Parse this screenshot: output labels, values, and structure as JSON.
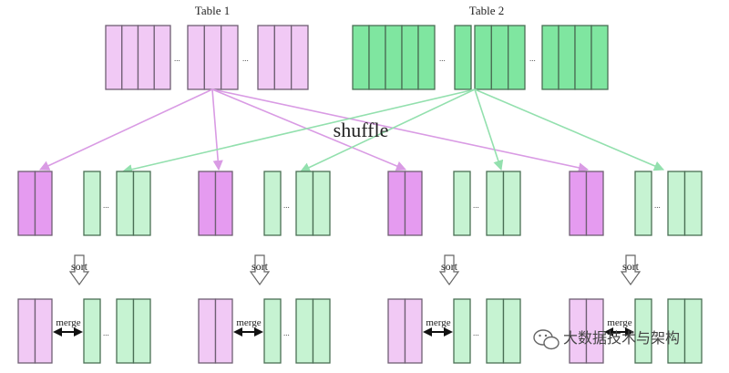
{
  "tables": {
    "table1_label": "Table 1",
    "table2_label": "Table 2"
  },
  "shuffle_label": "shuffle",
  "sort_label": "sort",
  "merge_label": "merge",
  "ellipsis": "...",
  "watermark": "大数据技术与架构",
  "colors": {
    "table1_fill": "#f1c9f5",
    "table1_stroke": "#6f5f73",
    "table1_dark_fill": "#e59bf0",
    "table2_fill": "#7fe6a0",
    "table2_light_fill": "#c6f3d2",
    "table2_stroke": "#4a6f55",
    "arrow_pink": "#d99be4",
    "arrow_green": "#93e0ae",
    "merge_arrow": "#111111"
  },
  "icons": [
    "sort-down-arrow-icon",
    "merge-double-arrow-icon",
    "wechat-logo-icon"
  ]
}
